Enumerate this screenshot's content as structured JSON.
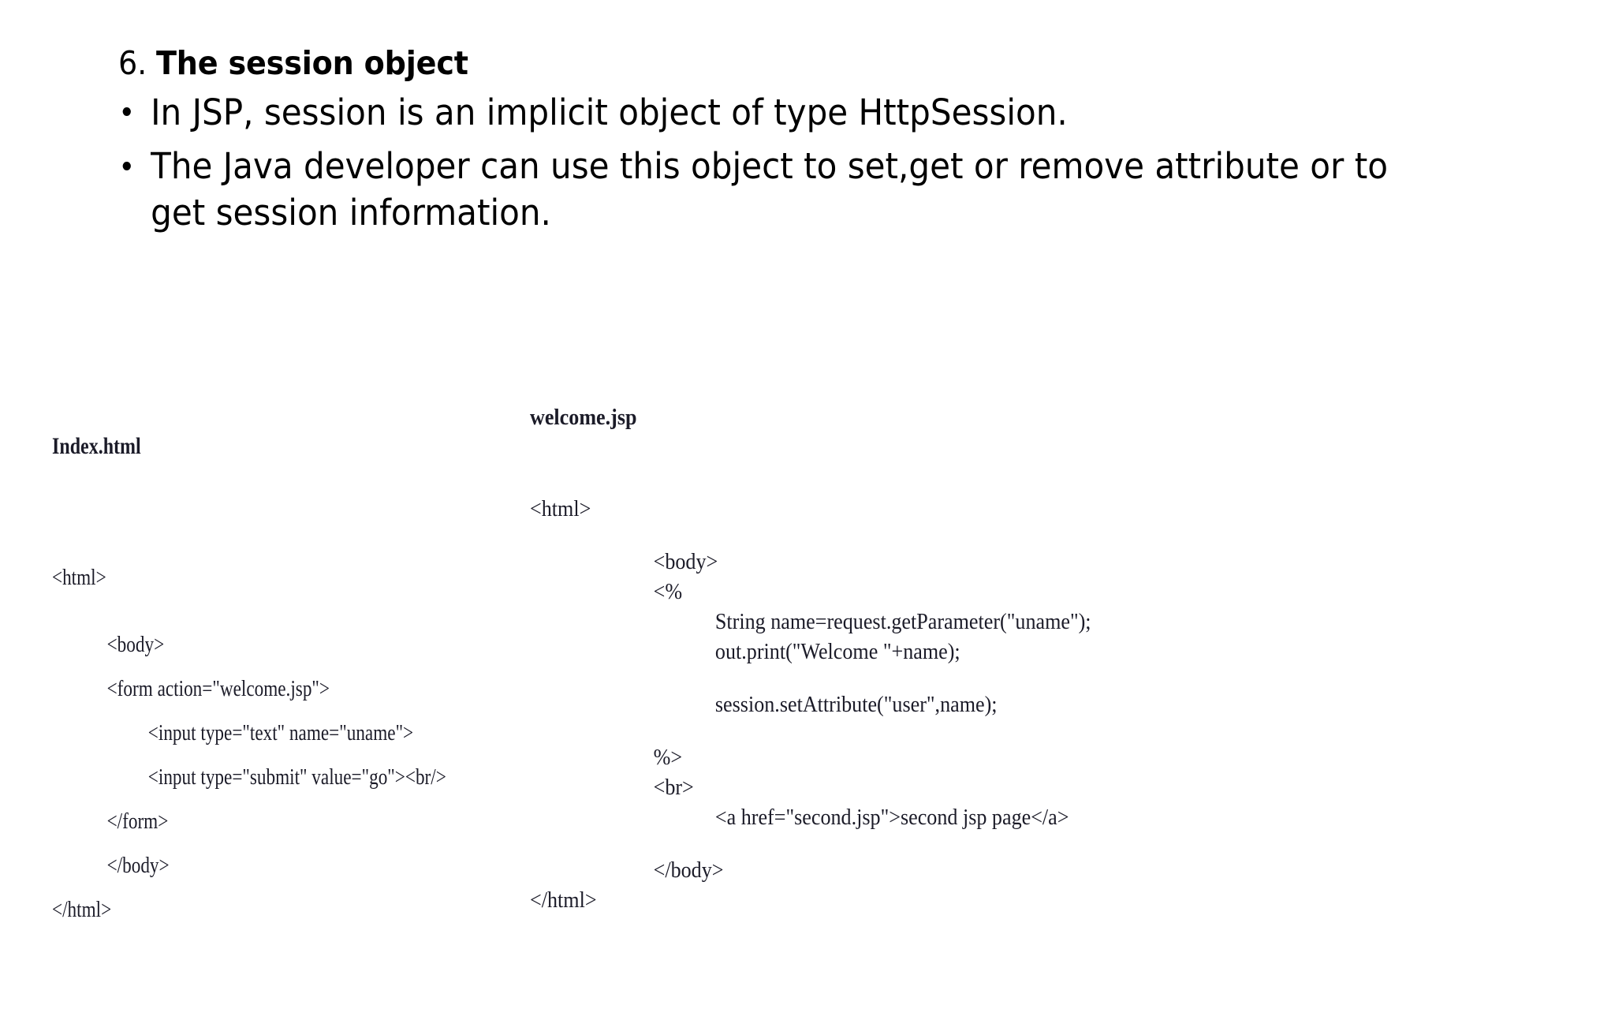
{
  "slide": {
    "background_color": "#ffffff",
    "text_color": "#000000",
    "title": {
      "number": "6. ",
      "text": "The session object"
    },
    "bullets": [
      "In JSP, session is an implicit object of type HttpSession.",
      "The Java developer can use this object to set,get or remove attribute or to get session information."
    ]
  },
  "code_panels": [
    {
      "id": "index-html",
      "title": "Index.html",
      "lines": [
        {
          "indent": 0,
          "text": "<html>"
        },
        {
          "indent": 0,
          "text": ""
        },
        {
          "indent": 4,
          "text": "<body>"
        },
        {
          "indent": 4,
          "text": "<form action=\"welcome.jsp\">"
        },
        {
          "indent": 7,
          "text": "<input type=\"text\" name=\"uname\">"
        },
        {
          "indent": 7,
          "text": "<input type=\"submit\" value=\"go\"><br/>"
        },
        {
          "indent": 4,
          "text": "</form>"
        },
        {
          "indent": 4,
          "text": "</body>"
        },
        {
          "indent": 0,
          "text": "</html>"
        }
      ]
    },
    {
      "id": "welcome-jsp",
      "title": "welcome.jsp",
      "lines": [
        {
          "indent": 0,
          "text": "<html>"
        },
        {
          "indent": 0,
          "text": ""
        },
        {
          "indent": 8,
          "text": "<body>"
        },
        {
          "indent": 8,
          "text": "<%"
        },
        {
          "indent": 12,
          "text": "String name=request.getParameter(\"uname\");"
        },
        {
          "indent": 12,
          "text": "out.print(\"Welcome \"+name);"
        },
        {
          "indent": 0,
          "text": ""
        },
        {
          "indent": 12,
          "text": "session.setAttribute(\"user\",name);"
        },
        {
          "indent": 0,
          "text": ""
        },
        {
          "indent": 8,
          "text": "%>"
        },
        {
          "indent": 8,
          "text": "<br>"
        },
        {
          "indent": 12,
          "text": "<a href=\"second.jsp\">second jsp page</a>"
        },
        {
          "indent": 0,
          "text": ""
        },
        {
          "indent": 8,
          "text": "</body>"
        },
        {
          "indent": 0,
          "text": "</html>"
        }
      ]
    }
  ]
}
